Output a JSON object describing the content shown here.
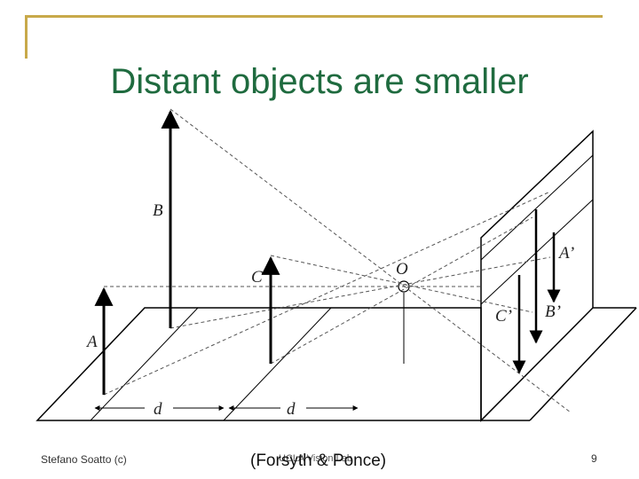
{
  "slide": {
    "title": "Distant objects are smaller",
    "footer_author": "Stefano Soatto (c)",
    "footer_course": "UCLA Vision Lab",
    "footer_credit": "(Forsyth & Ponce)",
    "page_number": "9"
  },
  "diagram": {
    "labels": {
      "A": "A",
      "B": "B",
      "C": "C",
      "O": "O",
      "A_prime": "A’",
      "B_prime": "B’",
      "C_prime": "C’",
      "d_left": "d",
      "d_right": "d"
    }
  },
  "colors": {
    "title": "#1f6b3f",
    "frame_accent": "#c8a94a"
  }
}
